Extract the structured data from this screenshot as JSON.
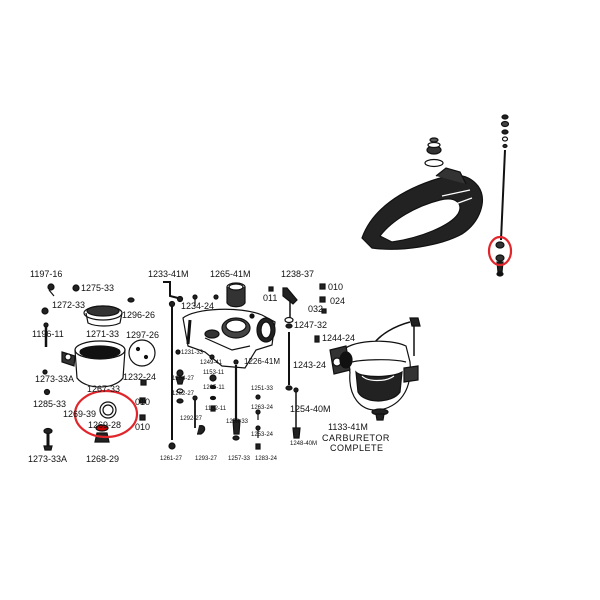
{
  "labels": {
    "p1197_16": "1197-16",
    "p1275_33": "1275-33",
    "p1272_33": "1272-33",
    "p1296_26": "1296-26",
    "p1196_11": "1196-11",
    "p1271_33": "1271-33",
    "p1297_26": "1297-26",
    "p1273_33a_top": "1273-33A",
    "p1232_24": "1232-24",
    "p1267_33": "1267-33",
    "p1285_33": "1285-33",
    "p1269_39": "1269-39",
    "p010_a": "010",
    "p1269_28": "1269-28",
    "p010_b": "010",
    "p1273_33a_bot": "1273-33A",
    "p1268_29": "1268-29",
    "p1233_41m": "1233-41M",
    "p1265_41m": "1265-41M",
    "p1238_37": "1238-37",
    "p1234_24": "1234-24",
    "p010_c": "010",
    "p011": "011",
    "p024": "024",
    "p032": "032",
    "p1247_32": "1247-32",
    "p1244_24": "1244-24",
    "p1231_33": "1231-33",
    "p1249_41": "1249-41",
    "p1226_41m": "1226-41M",
    "p1243_24": "1243-24",
    "p1264_27": "1264-27",
    "p1153_11": "1153-11",
    "p1205_11": "1205-11",
    "p1262_27": "1262-27",
    "p1152_11": "1152-11",
    "p1251_33": "1251-33",
    "p1263_24": "1263-24",
    "p1254_40m": "1254-40M",
    "p1292_27": "1292-27",
    "p1258_33": "1258-33",
    "p1253_24": "1253-24",
    "p1248_40m": "1248-40M",
    "p1261_27": "1261-27",
    "p1293_27": "1293-27",
    "p1257_33": "1257-33",
    "p1283_24": "1283-24",
    "p1133_41m": "1133-41M",
    "carb_line1": "CARBURETOR",
    "carb_line2": "COMPLETE"
  },
  "highlight_color": "#e0262b",
  "ink_color": "#111111"
}
